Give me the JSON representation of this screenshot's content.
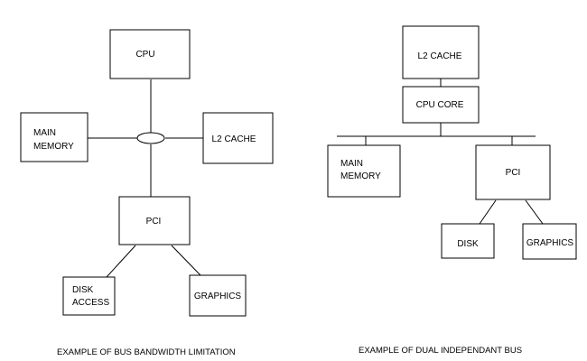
{
  "left": {
    "cpu": "CPU",
    "main_memory": [
      "MAIN",
      "MEMORY"
    ],
    "l2_cache": "L2 CACHE",
    "pci": "PCI",
    "disk_access": [
      "DISK",
      "ACCESS"
    ],
    "graphics": "GRAPHICS",
    "caption": "EXAMPLE OF BUS BANDWIDTH LIMITATION"
  },
  "right": {
    "l2_cache": "L2 CACHE",
    "cpu_core": "CPU CORE",
    "main_memory": [
      "MAIN",
      "MEMORY"
    ],
    "pci": "PCI",
    "disk": "DISK",
    "graphics": "GRAPHICS",
    "caption": "EXAMPLE OF DUAL INDEPENDANT BUS"
  }
}
